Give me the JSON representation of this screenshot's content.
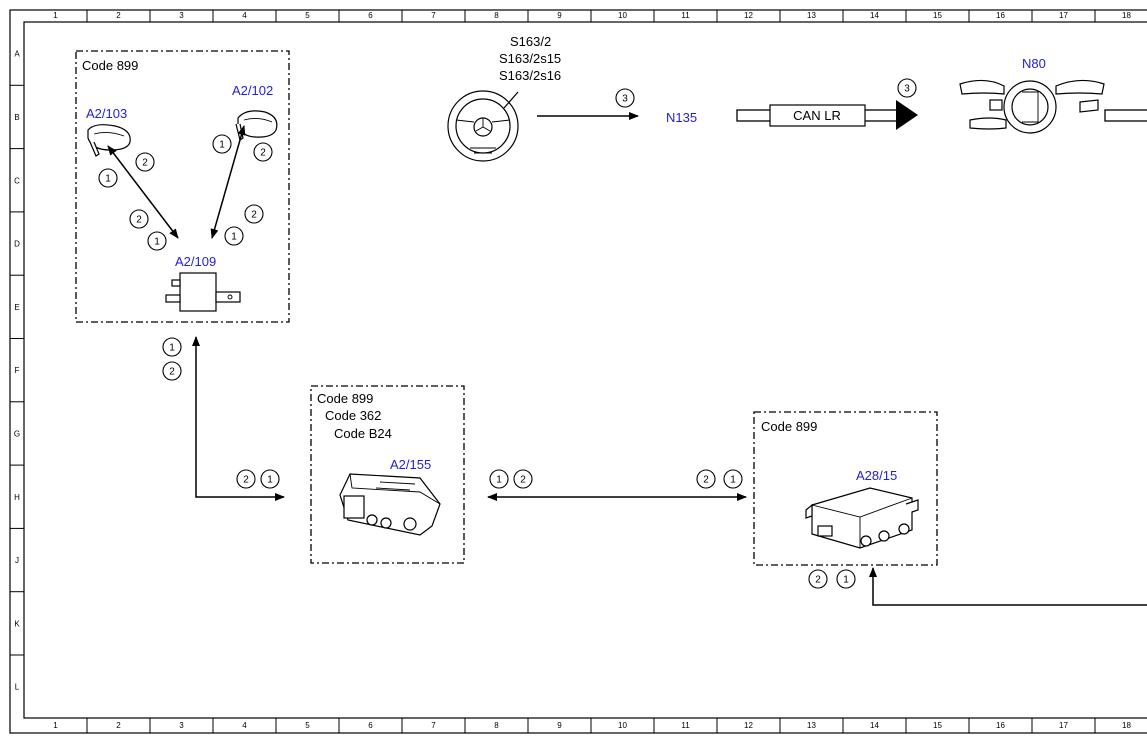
{
  "grid": {
    "columns": [
      "1",
      "2",
      "3",
      "4",
      "5",
      "6",
      "7",
      "8",
      "9",
      "10",
      "11",
      "12",
      "13",
      "14",
      "15",
      "16",
      "17",
      "18"
    ],
    "rows": [
      "A",
      "B",
      "C",
      "D",
      "E",
      "F",
      "G",
      "H",
      "J",
      "K",
      "L"
    ]
  },
  "boxes": {
    "box1": {
      "code": "Code 899"
    },
    "box2": {
      "codes": [
        "Code 899",
        "Code 362",
        "Code B24"
      ]
    },
    "box3": {
      "code": "Code 899"
    }
  },
  "components": {
    "a2_103": "A2/103",
    "a2_102": "A2/102",
    "a2_109": "A2/109",
    "a2_155": "A2/155",
    "a28_15": "A28/15",
    "n135": "N135",
    "n80": "N80",
    "steering_switches": [
      "S163/2",
      "S163/2s15",
      "S163/2s16"
    ]
  },
  "bus": {
    "label": "CAN LR"
  },
  "badges": {
    "one": "1",
    "two": "2",
    "three": "3"
  },
  "colors": {
    "component_label": "#1f1fd6",
    "line": "#000000",
    "background": "#ffffff"
  }
}
